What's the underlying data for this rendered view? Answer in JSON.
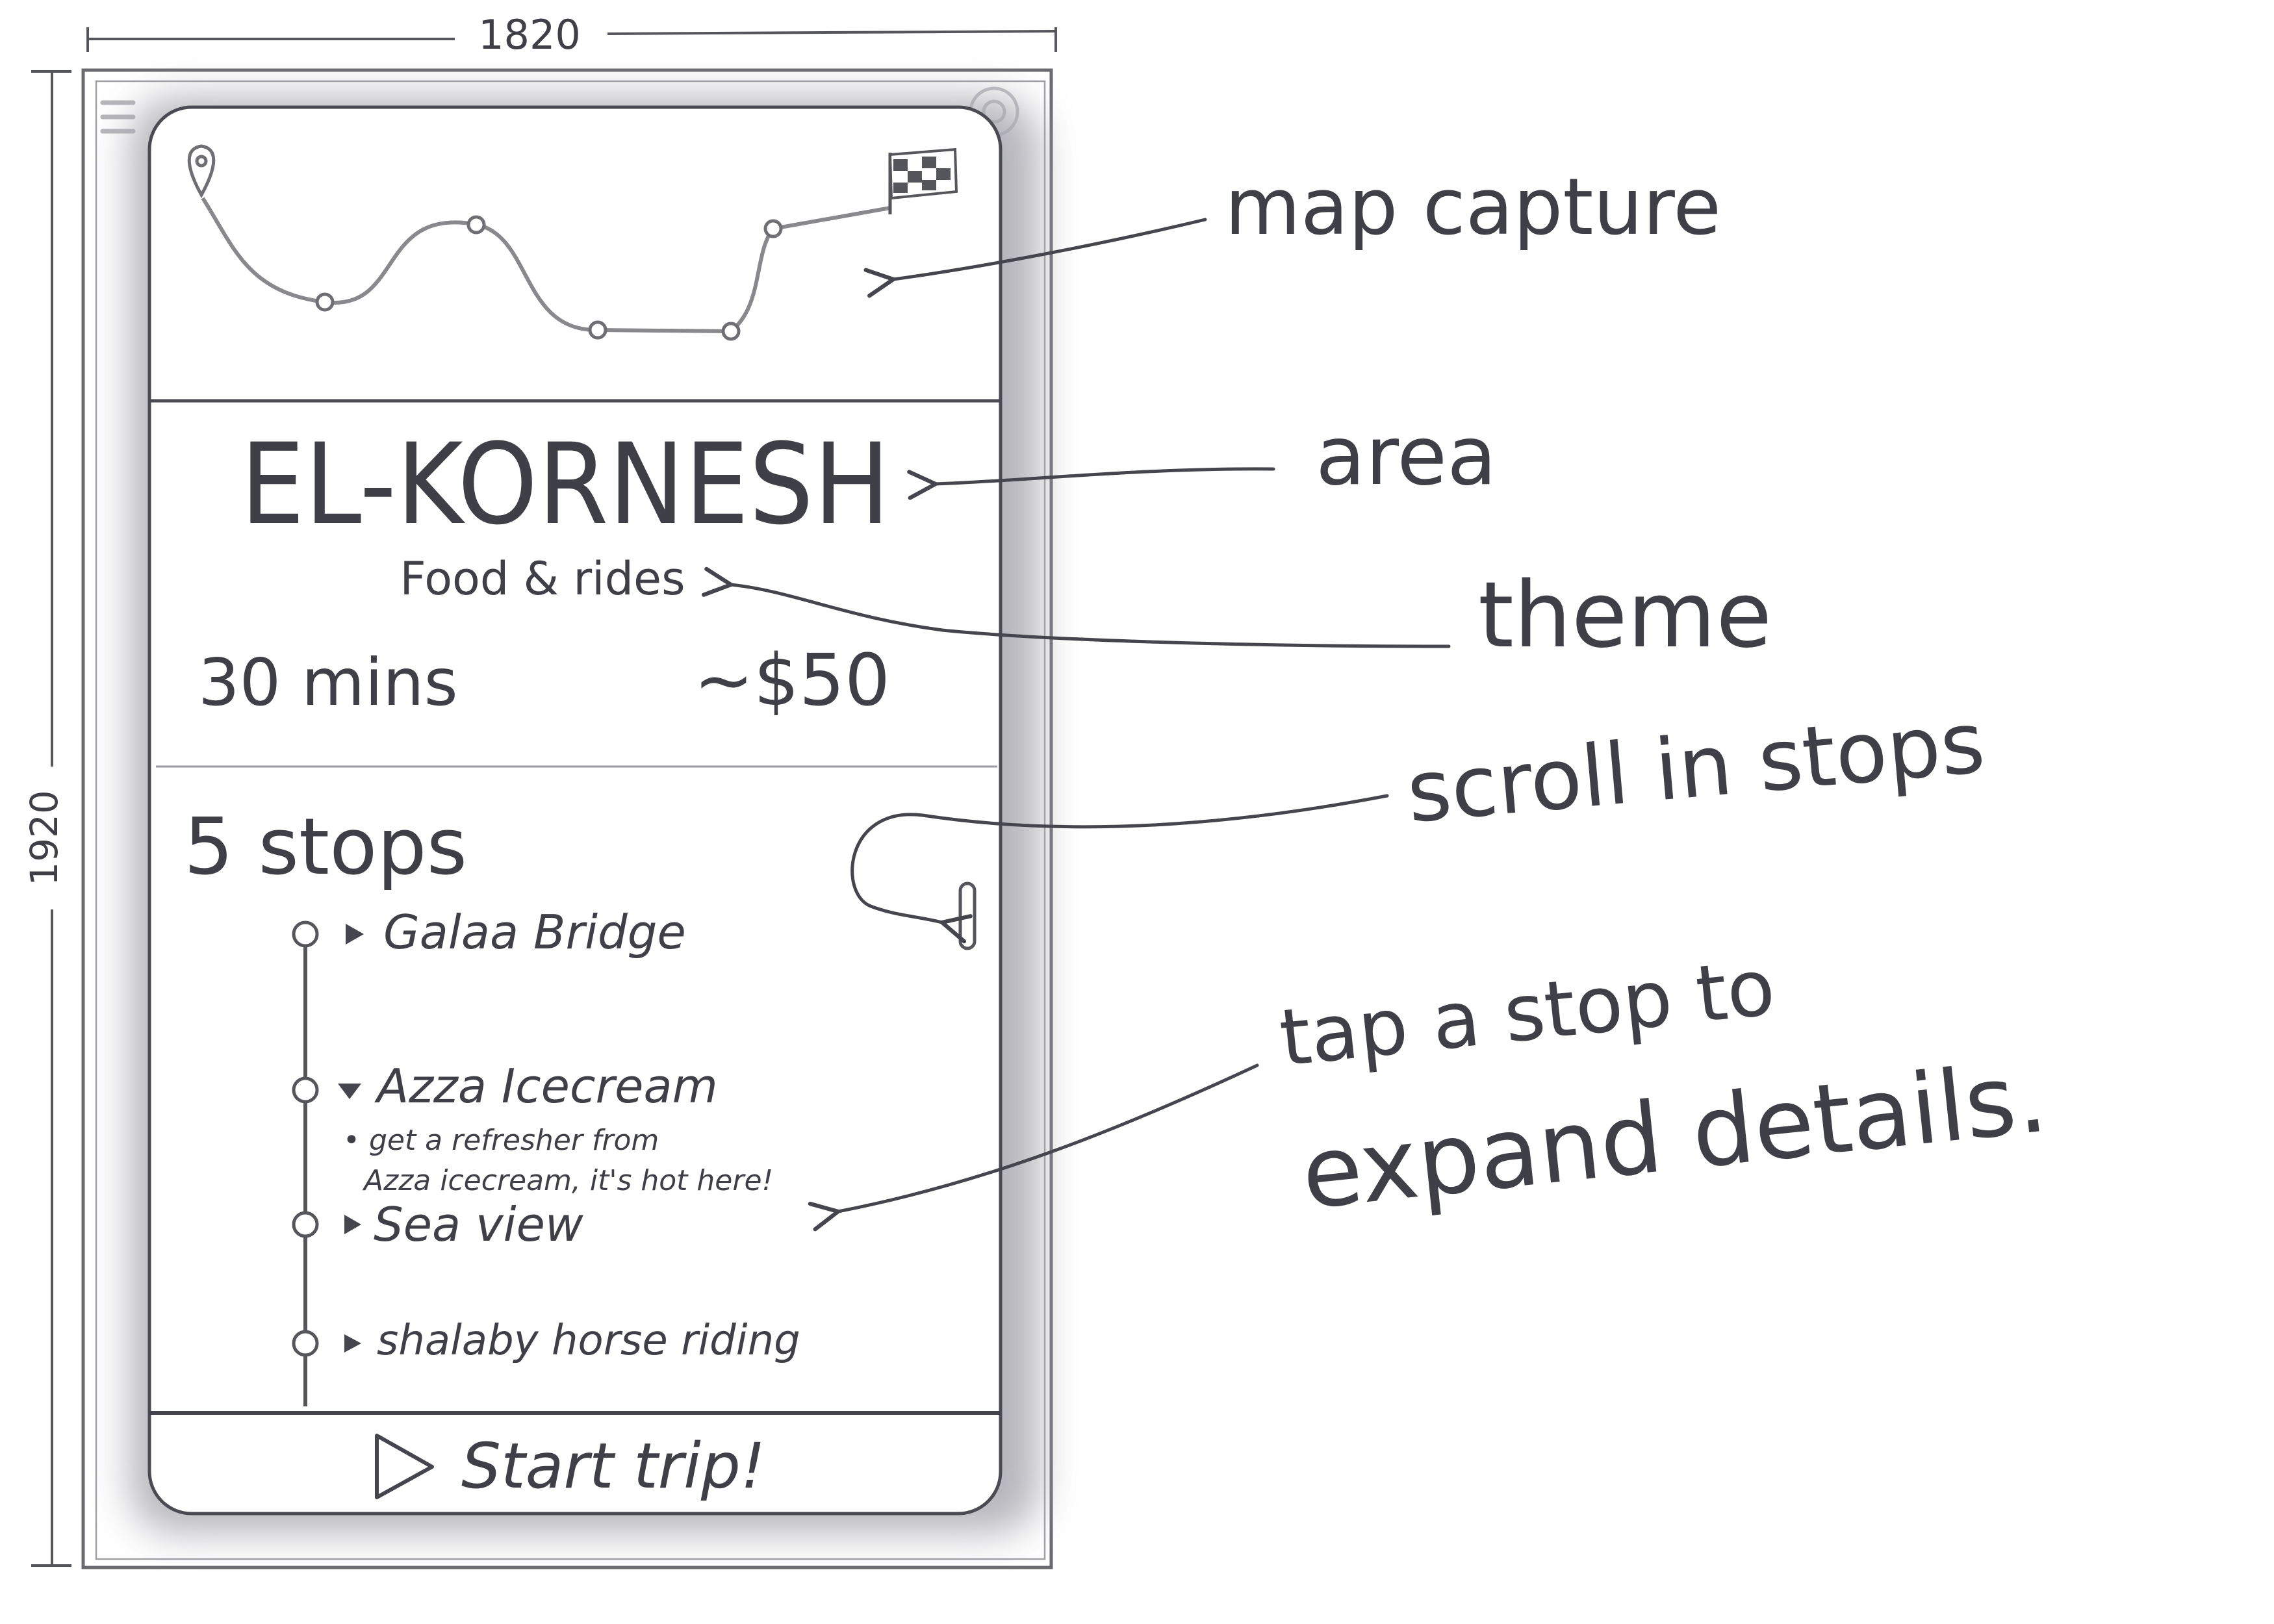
{
  "dimensions": {
    "width": "1820",
    "height": "1920"
  },
  "card": {
    "area": "EL-KORNESH",
    "theme": "Food & rides",
    "duration": "30 mins",
    "cost": "~$50",
    "stops_count": "5 stops",
    "stops": [
      {
        "name": "Galaa Bridge",
        "expanded": false
      },
      {
        "name": "Azza Icecream",
        "expanded": true,
        "detail_line1": "• get a refresher from",
        "detail_line2": "Azza icecream, it's hot here!"
      },
      {
        "name": "Sea view",
        "expanded": false
      },
      {
        "name": "shalaby horse riding",
        "expanded": false
      }
    ],
    "start_button": "Start trip!"
  },
  "annotations": {
    "map": "map capture",
    "area": "area",
    "theme": "theme",
    "scroll": "scroll in stops",
    "tap_line1": "tap a stop to",
    "tap_line2": "expand details."
  },
  "colors": {
    "ink": "#3f3f47",
    "pencil": "#8a8a8f",
    "shadow": "#b9b9bf"
  }
}
